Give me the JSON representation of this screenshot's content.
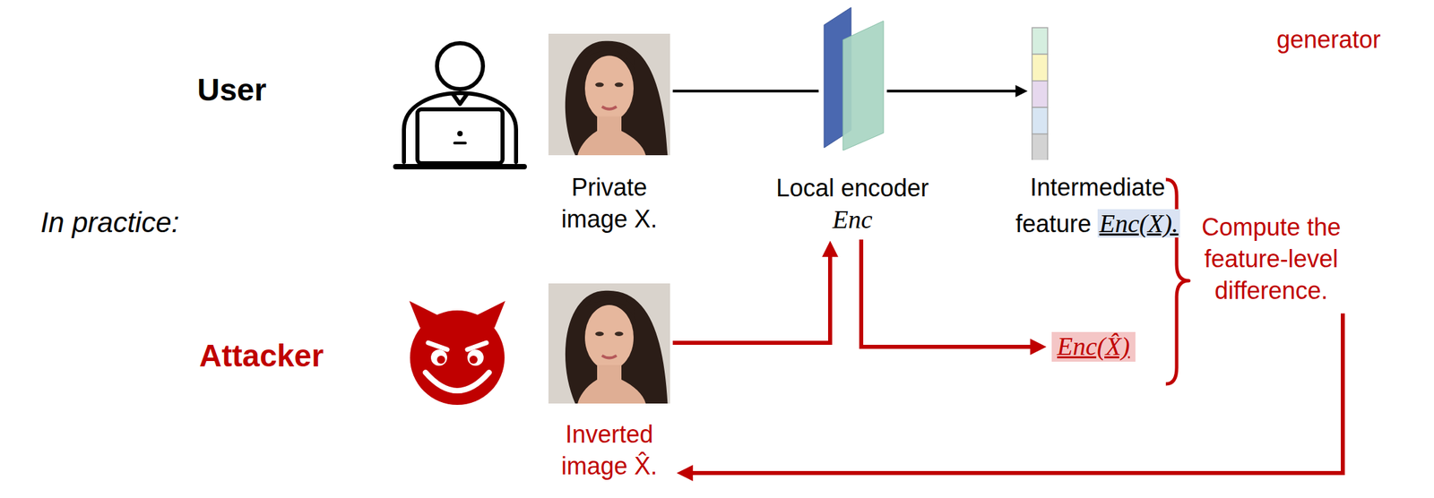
{
  "diagram": {
    "nodes": [
      {
        "text": [
          "Private image X."
        ]
      },
      {
        "text": [
          "Local encoder",
          "Enc"
        ]
      },
      {
        "text": [
          "Intermediate feature",
          "Enc(X)."
        ]
      },
      {
        "text": [
          "Inverted image X̂."
        ]
      },
      {
        "text": [
          "Enc(X̂)"
        ]
      },
      {
        "text": [
          "Compute the feature-level difference."
        ]
      }
    ],
    "edges": [
      {
        "from": 0,
        "to": 1,
        "arrow": "none"
      },
      {
        "from": 1,
        "to": 2,
        "arrow": "to"
      },
      {
        "from": 3,
        "to": 1,
        "arrow": "to"
      },
      {
        "from": 1,
        "to": 4,
        "arrow": "to"
      },
      {
        "from": 5,
        "to": 3,
        "arrow": "to"
      }
    ],
    "labels": [
      "generator",
      "User",
      "In practice:",
      "Attacker"
    ]
  }
}
